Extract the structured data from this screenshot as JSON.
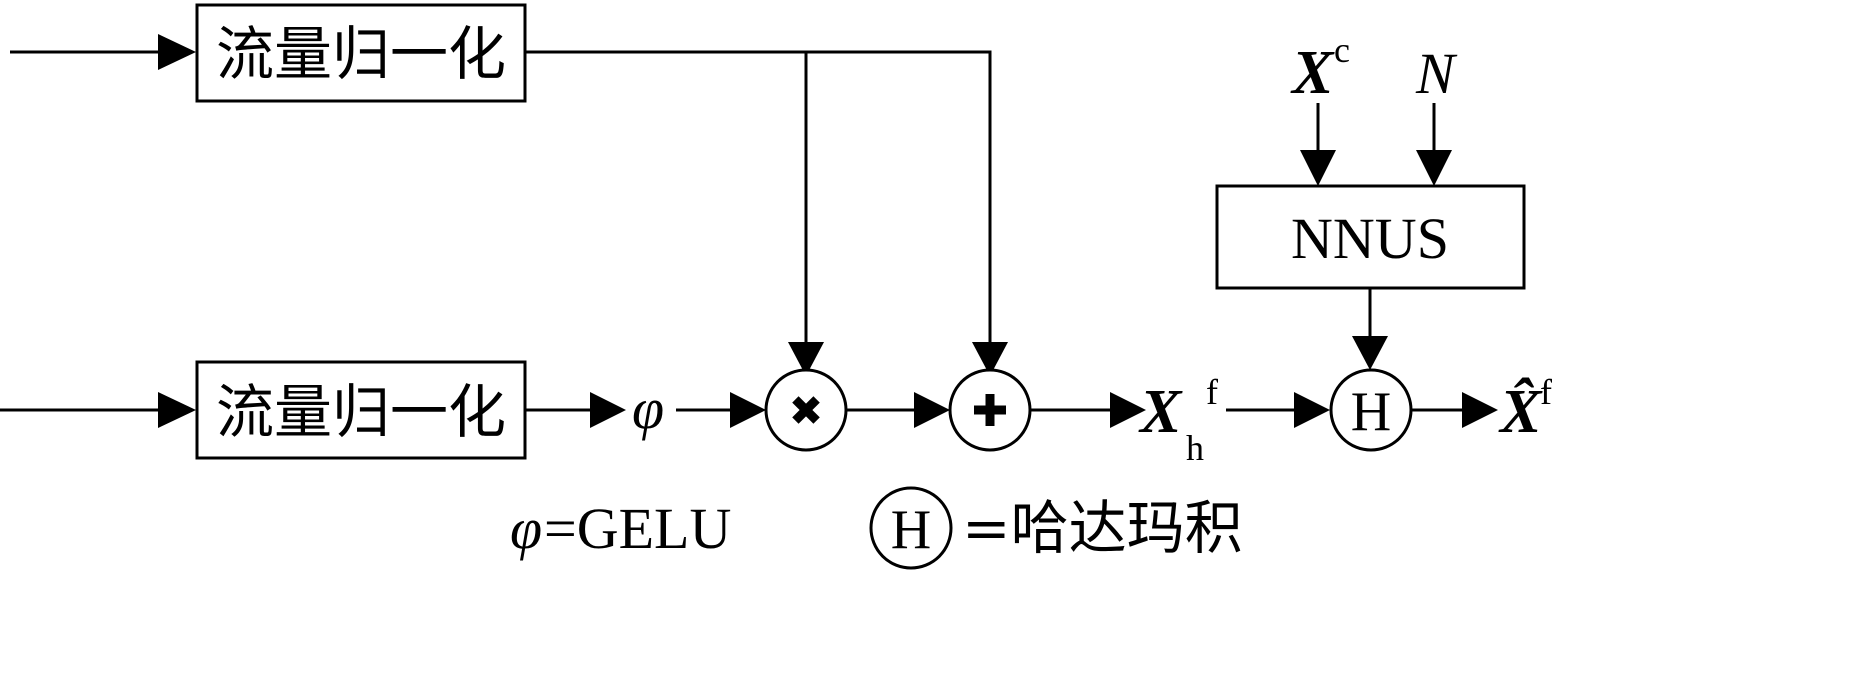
{
  "blocks": {
    "norm_top": "流量归一化",
    "norm_bottom": "流量归一化",
    "nnus": "NNUS"
  },
  "symbols": {
    "phi": "φ",
    "xc_base": "X",
    "xc_sup": "c",
    "n": "N",
    "xh_base": "X",
    "xh_sub": "h",
    "xh_sup": "f",
    "xhat_base": "X̂",
    "xhat_sup": "f",
    "hadamard": "H"
  },
  "legend": {
    "phi_symbol": "φ",
    "phi_def": "=GELU",
    "hadamard_symbol": "H",
    "hadamard_def": "=哈达玛积"
  }
}
